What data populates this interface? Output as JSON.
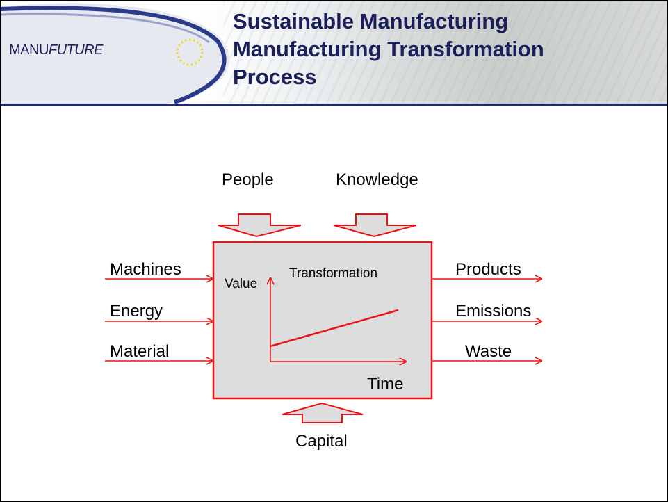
{
  "header": {
    "logo": {
      "prefix": "MANU",
      "suffix": "FUTURE"
    },
    "title_lines": [
      "Sustainable Manufacturing",
      "Manufacturing Transformation",
      "Process"
    ]
  },
  "diagram": {
    "top_inputs": [
      "People",
      "Knowledge"
    ],
    "left_inputs": [
      "Machines",
      "Energy",
      "Material"
    ],
    "right_outputs": [
      "Products",
      "Emissions",
      "Waste"
    ],
    "bottom_input": "Capital",
    "process_label": "Transformation",
    "y_axis_label": "Value",
    "x_axis_label": "Time",
    "colors": {
      "arrow": "#ee1111",
      "box_fill": "#dddddd",
      "title": "#1a1f5c"
    }
  }
}
